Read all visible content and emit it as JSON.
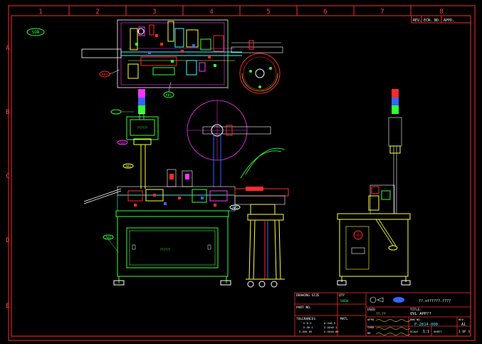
{
  "border": {
    "columns": [
      "1",
      "2",
      "3",
      "4",
      "5",
      "6",
      "7",
      "8"
    ],
    "rows": [
      "A",
      "B",
      "C",
      "D",
      "E"
    ]
  },
  "revision_table": {
    "headers": [
      "REV.",
      "ECN. NO.",
      "APPD."
    ]
  },
  "title_block": {
    "drawing_size_label": "DRAWING SIZE",
    "qty_label": "QTY",
    "qty_value": "SHEN",
    "part_no_label": "PART NO.",
    "tolerance_label": "TOLERANCES",
    "tolerance_rows": [
      [
        "X.0.5",
        "0.X±0.5"
      ],
      [
        "X.X0.1",
        "X.XX±0.1"
      ],
      [
        "X.XX0.05",
        "X.XX±0.05"
      ]
    ],
    "matl_label": "MATL",
    "used_label": "USED",
    "used_value": "??.??",
    "title_label": "TITLE:",
    "title_value": "OVL APP??",
    "company_value": "??.st?????.????",
    "appd_label": "APPD",
    "chkd_label": "CHKD",
    "dr_label": "DR",
    "dwg_no_label": "DWG NO.",
    "dwg_no_value": "P-2014-000",
    "rev_label": "REV.",
    "rev_value": "A1",
    "scale_label": "SCALE",
    "scale_value": "1:1",
    "sheet_label": "SHEET",
    "sheet_value": "1 OF 1"
  },
  "callouts": {
    "top_left_bubble": "SOB",
    "bubble_plan": "008",
    "bubble_plan_bottom": "A01",
    "bubble_panel": "A02",
    "bubble_mid": "A03",
    "bubble_frame": "A04",
    "bubble_feeder": "A05",
    "panel_tag": "??????",
    "cabinet_label": "??????"
  },
  "colors": {
    "border": "#ff2a2a",
    "frame": "#ffff33",
    "base": "#33ff33",
    "accent_cyan": "#33ffff",
    "accent_magenta": "#ff33ff",
    "accent_white": "#ffffff",
    "accent_blue": "#3366ff"
  }
}
